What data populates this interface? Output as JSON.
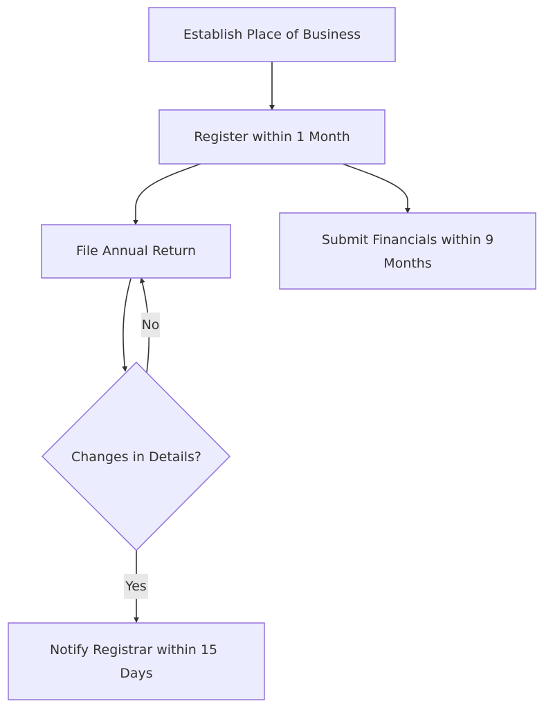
{
  "diagram": {
    "nodes": {
      "establish": {
        "label": "Establish Place of Business"
      },
      "register": {
        "label": "Register within 1 Month"
      },
      "annual": {
        "label": "File Annual Return"
      },
      "financials": {
        "label_line1": "Submit Financials within 9",
        "label_line2": "Months"
      },
      "decision": {
        "label": "Changes in Details?"
      },
      "notify": {
        "label_line1": "Notify Registrar within 15",
        "label_line2": "Days"
      }
    },
    "edges": {
      "no_label": "No",
      "yes_label": "Yes"
    },
    "colors": {
      "node_fill": "#ececff",
      "node_stroke": "#9370db",
      "edge": "#333333",
      "text": "#333333",
      "label_background": "#e8e8e8"
    }
  }
}
